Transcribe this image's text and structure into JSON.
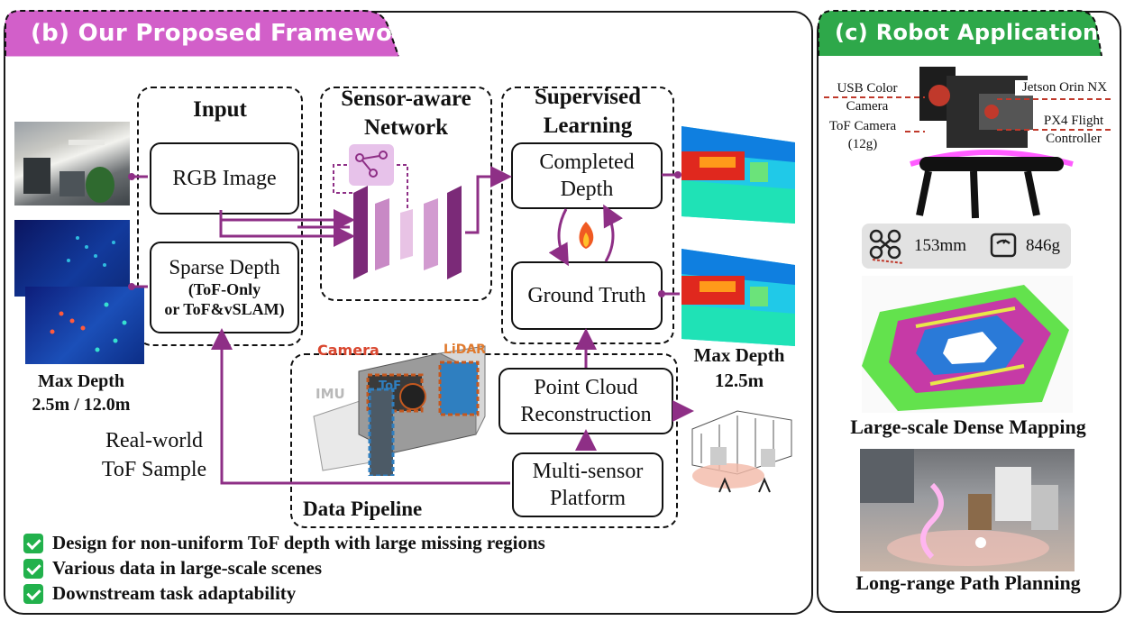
{
  "panel_b": {
    "title": "(b) Our Proposed Framework",
    "input": {
      "title": "Input",
      "rgb": "RGB Image",
      "sparse": "Sparse Depth",
      "sparse_opt1": "(ToF-Only",
      "sparse_opt2": "or ToF&vSLAM)"
    },
    "network": {
      "title_line1": "Sensor-aware",
      "title_line2": "Network"
    },
    "supervised": {
      "title_line1": "Supervised",
      "title_line2": "Learning",
      "completed_line1": "Completed",
      "completed_line2": "Depth",
      "ground_truth": "Ground Truth"
    },
    "pipeline": {
      "title": "Data Pipeline",
      "point_cloud_line1": "Point Cloud",
      "point_cloud_line2": "Reconstruction",
      "platform_line1": "Multi-sensor",
      "platform_line2": "Platform",
      "photo_labels": {
        "camera": "Camera",
        "lidar": "LiDAR",
        "imu": "IMU",
        "tof": "ToF"
      }
    },
    "left_labels": {
      "max_depth_line1": "Max Depth",
      "max_depth_line2": "2.5m / 12.0m",
      "sample_line1": "Real-world",
      "sample_line2": "ToF Sample"
    },
    "right_labels": {
      "max_depth_line1": "Max Depth",
      "max_depth_line2": "12.5m"
    },
    "bullets": [
      "Design for non-uniform ToF depth with large missing regions",
      "Various data in large-scale scenes",
      "Downstream task adaptability"
    ]
  },
  "panel_c": {
    "title": "(c) Robot Applications",
    "robot_labels": {
      "usb_line1": "USB Color",
      "usb_line2": "Camera",
      "tof_line1": "ToF Camera",
      "tof_line2": "(12g)",
      "jetson": "Jetson Orin NX",
      "px4_line1": "PX4 Flight",
      "px4_line2": "Controller"
    },
    "specs": {
      "size": "153mm",
      "weight": "846g"
    },
    "mapping_caption": "Large-scale Dense Mapping",
    "planning_caption": "Long-range Path Planning"
  },
  "colors": {
    "tab_b": "#d25fc9",
    "tab_c": "#2ea84a",
    "arrow": "#8e2f86",
    "accent_red": "#c0392b",
    "check": "#22b14c"
  }
}
